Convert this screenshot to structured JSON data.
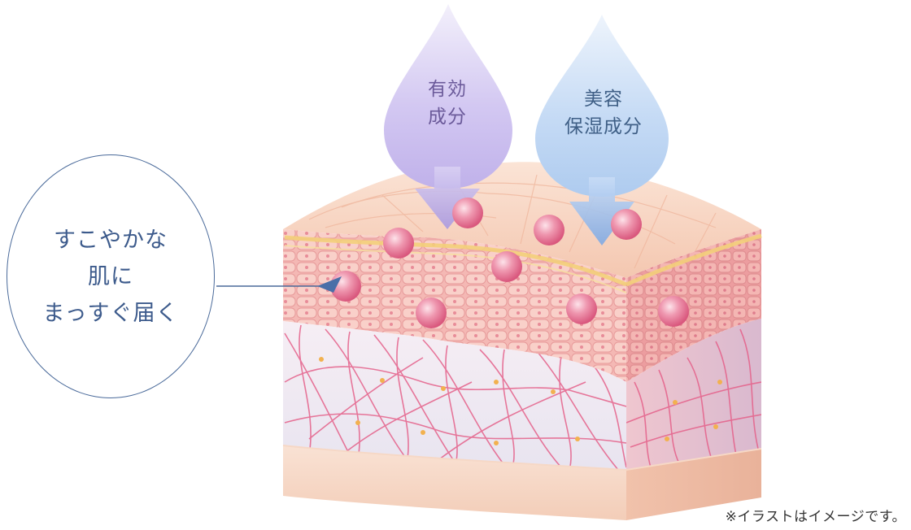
{
  "callout": {
    "lines": [
      "すこやかな",
      "肌に",
      "まっすぐ届く"
    ],
    "color": "#3d5b8c"
  },
  "drops": [
    {
      "lines": [
        "有効",
        "成分"
      ],
      "color": "#b9a8e6"
    },
    {
      "lines": [
        "美容",
        "保湿成分"
      ],
      "color": "#a9c8ee"
    }
  ],
  "note": "※イラストはイメージです。",
  "colors": {
    "skin_surface": "#f7d2bf",
    "skin_layer": "#f2a7a8",
    "fiber": "#e4618a",
    "particle": "#e87a9a",
    "arrow_purple": "#b7a9e4",
    "arrow_blue": "#8fb5e8"
  }
}
